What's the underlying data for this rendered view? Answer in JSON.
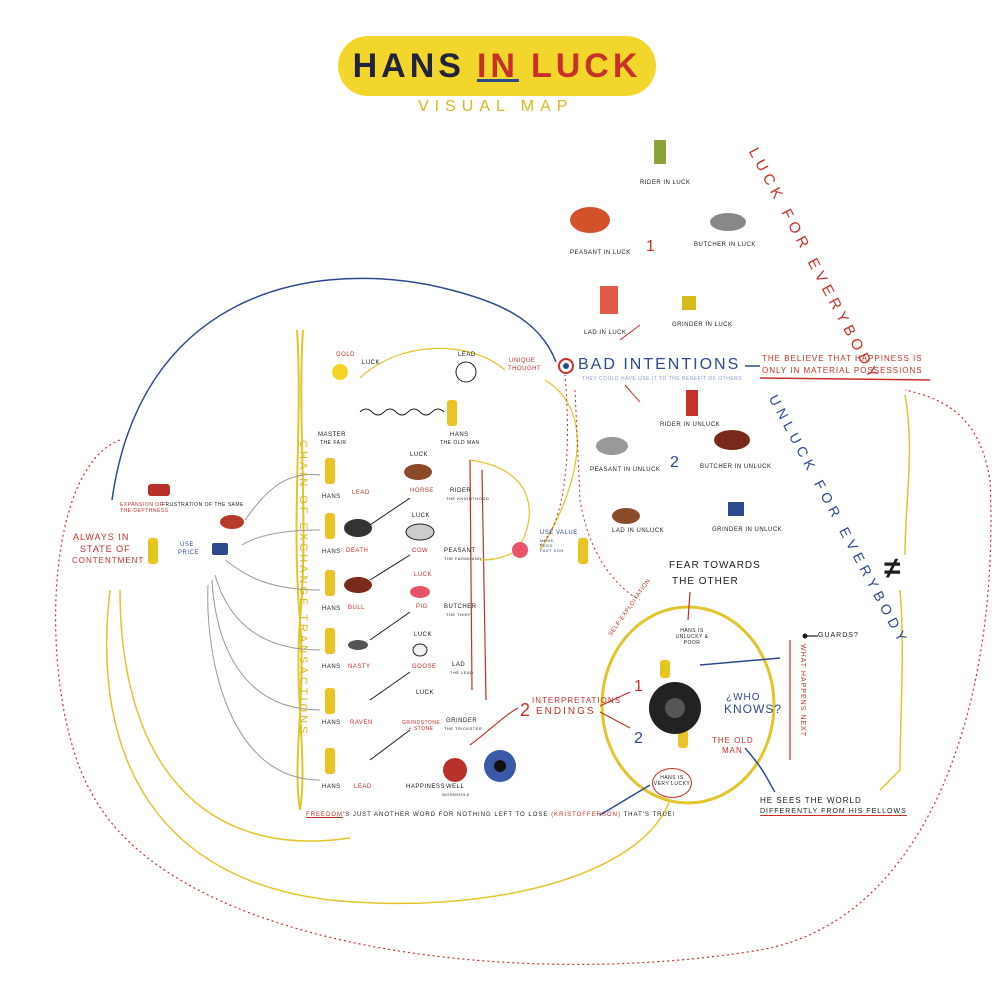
{
  "title": {
    "word1": "HANS",
    "word2": "IN",
    "word3": "LUCK"
  },
  "subtitle": "VISUAL MAP",
  "luck_section": {
    "heading": "LUCK FOR EVERYBODY",
    "number": "1",
    "labels": [
      "RIDER IN LUCK",
      "PEASANT IN LUCK",
      "BUTCHER IN LUCK",
      "LAD IN LUCK",
      "GRINDER IN LUCK"
    ]
  },
  "unluck_section": {
    "heading": "UNLUCK FOR EVERYBODY",
    "number": "2",
    "labels": [
      "RIDER IN UNLUCK",
      "PEASANT IN UNLUCK",
      "BUTCHER IN UNLUCK",
      "LAD IN UNLUCK",
      "GRINDER IN UNLUCK"
    ]
  },
  "bad_intentions": {
    "label": "BAD INTENTIONS",
    "note": "THEY COULD HAVE USE IT TO THE BENEFIT OF OTHERS",
    "belief_line1": "THE BELIEVE THAT HAPPINESS IS",
    "belief_line2": "ONLY IN MATERIAL POSSESSIONS"
  },
  "unique_thought": {
    "line1": "UNIQUE",
    "line2": "THOUGHT"
  },
  "not_equal": "≠",
  "left_cluster": {
    "state_line1": "ALWAYS IN",
    "state_line2": "STATE OF",
    "state_line3": "CONTENTMENT",
    "expansion": "EXPANSION OF THE DEPTHNESS",
    "frustration": "FRUSTRATION OF THE SAME",
    "use_line1": "USE",
    "use_line2": "PRICE"
  },
  "chain": {
    "label": "CHAIN OF EXCHANGE TRANSACTIONS",
    "gold": "GOLD",
    "luck": "LUCK",
    "lead": "LEAD",
    "master": "MASTER",
    "master_sub": "THE FAIR",
    "hans_old": "HANS",
    "hans_old_sub": "THE OLD MAN",
    "rows": [
      {
        "hans": "HANS",
        "gives": "LEAD",
        "luck": "LUCK",
        "gets": "HORSE",
        "partner": "RIDER",
        "partner_sub": "THE KNIGHTHOOD"
      },
      {
        "hans": "HANS",
        "gives": "DEATH",
        "luck": "LUCK",
        "gets": "COW",
        "partner": "PEASANT",
        "partner_sub": "THE FARMHAND"
      },
      {
        "hans": "HANS",
        "gives": "BULL",
        "luck": "LUCK",
        "gets": "PIG",
        "partner": "BUTCHER",
        "partner_sub": "THE THIEF"
      },
      {
        "hans": "HANS",
        "gives": "NASTY",
        "luck": "LUCK",
        "gets": "GOOSE",
        "partner": "LAD",
        "partner_sub": "THE LEAD"
      },
      {
        "hans": "HANS",
        "gives": "RAVEN",
        "luck": "LUCK",
        "gets": "GRINDSTONE + STONE",
        "partner": "GRINDER",
        "partner_sub": "THE TRICKSTER"
      },
      {
        "hans": "HANS",
        "gives": "LEAD",
        "luck": "",
        "gets": "HAPPINESS",
        "partner": "WELL",
        "partner_sub": "WORMHOLE"
      }
    ],
    "use_value": "USE VALUE",
    "use_value_note": "MORE SEES FAST SON"
  },
  "freedom_line": {
    "word": "FREEDOM",
    "rest": "'S JUST ANOTHER WORD FOR NOTHING LEFT TO LOSE",
    "credit": "(KRISTOFFERSON)",
    "end": "THAT'S TRUE!"
  },
  "interpretations": {
    "prefix": "2",
    "line1": "INTERPRETATIONS",
    "line2": "ENDINGS"
  },
  "circle": {
    "fear_line1": "FEAR TOWARDS",
    "fear_line2": "THE OTHER",
    "self_exploitation": "SELF-EXPLOITATION",
    "hans_unlucky": "HANS IS UNLUCKY & POOR",
    "num1": "1",
    "num2": "2",
    "who_knows_1": "¿WHO",
    "who_knows_2": "KNOWS?",
    "old_man_1": "THE OLD",
    "old_man_2": "MAN",
    "hans_lucky": "HANS IS VERY LUCKY"
  },
  "right_cluster": {
    "guards": "GUARDS?",
    "what_next": "WHAT HAPPENS NEXT",
    "sees_line1": "HE SEES THE WORLD",
    "sees_line2": "DIFFERENTLY FROM HIS FELLOWS"
  }
}
